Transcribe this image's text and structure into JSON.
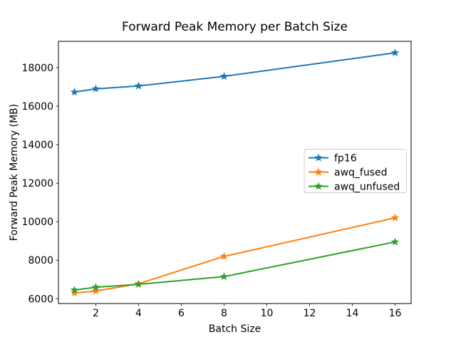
{
  "chart_data": {
    "type": "line",
    "title": "Forward Peak Memory per Batch Size",
    "xlabel": "Batch Size",
    "ylabel": "Forward Peak Memory (MB)",
    "x": [
      1,
      2,
      4,
      8,
      16
    ],
    "series": [
      {
        "name": "fp16",
        "color": "#1f77b4",
        "values": [
          16730,
          16900,
          17050,
          17550,
          18770
        ]
      },
      {
        "name": "awq_fused",
        "color": "#ff7f0e",
        "values": [
          6300,
          6400,
          6780,
          8200,
          10200
        ]
      },
      {
        "name": "awq_unfused",
        "color": "#2ca02c",
        "values": [
          6450,
          6600,
          6750,
          7150,
          8950
        ]
      }
    ],
    "x_ticks": [
      2,
      4,
      6,
      8,
      10,
      12,
      14,
      16
    ],
    "y_ticks": [
      6000,
      8000,
      10000,
      12000,
      14000,
      16000,
      18000
    ],
    "xlim": [
      0.25,
      16.75
    ],
    "ylim": [
      5752,
      19368
    ],
    "marker": "star",
    "grid": false,
    "legend_position": "center right",
    "background_color": "#ffffff",
    "spine_color": "#000000",
    "legend_border_color": "#cccccc"
  }
}
